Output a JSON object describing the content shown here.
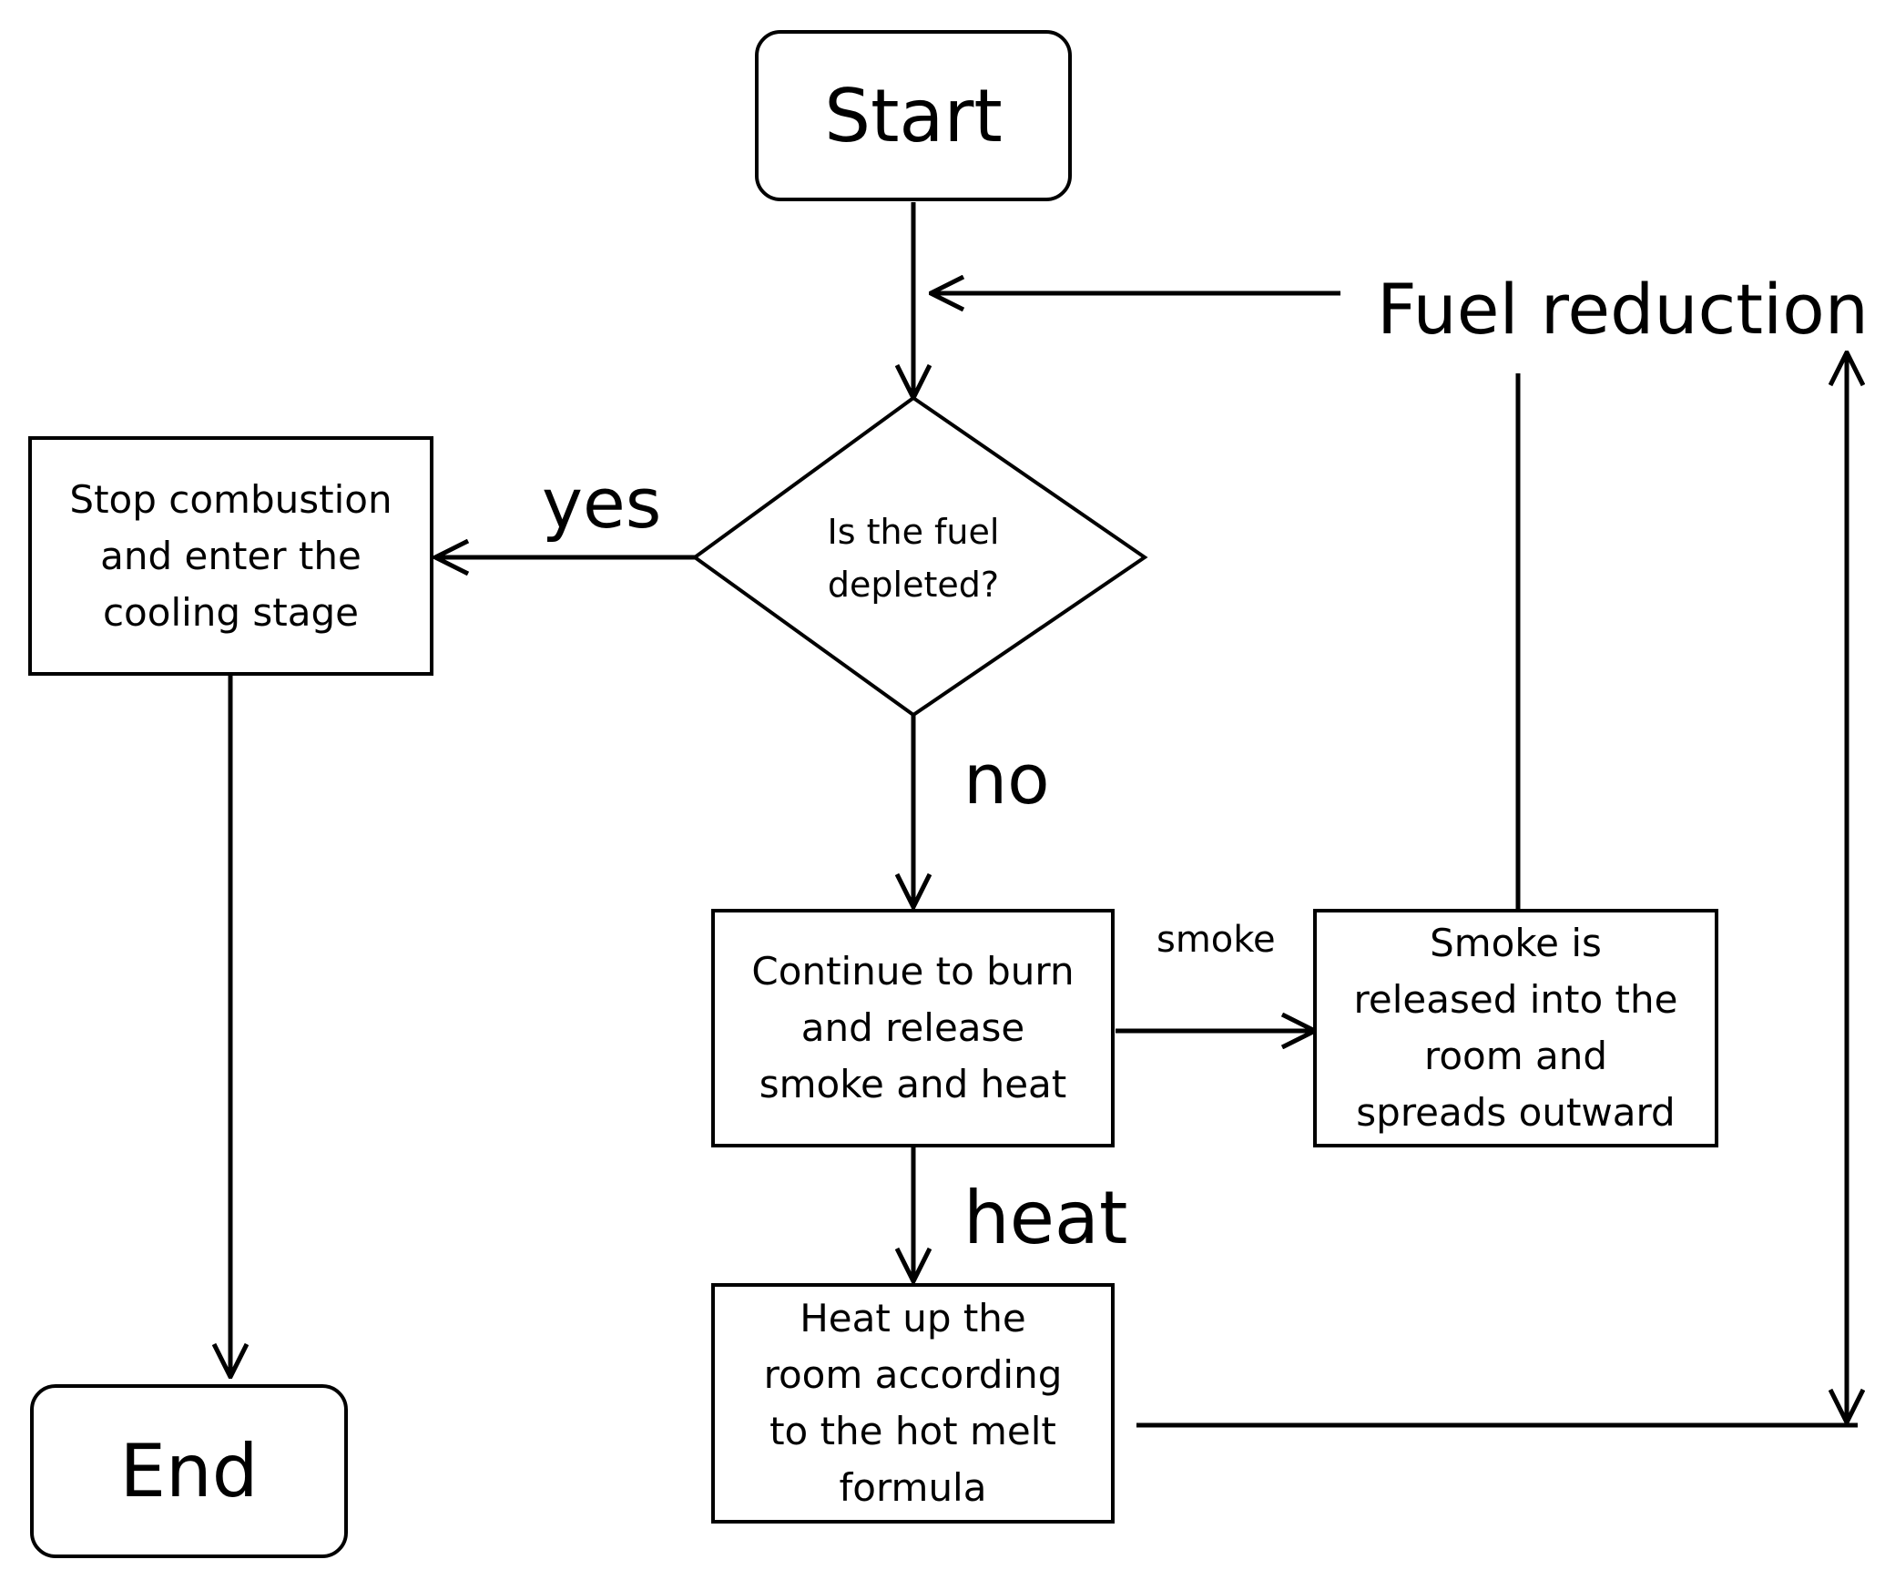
{
  "nodes": {
    "start": "Start",
    "decision": "Is the fuel\ndepleted?",
    "stop": "Stop combustion\nand enter the\ncooling stage",
    "end": "End",
    "burn": "Continue to burn\nand release\nsmoke and heat",
    "smoke_release": "Smoke is\nreleased into the\nroom and\nspreads outward",
    "heat_room": "Heat up the\nroom according\nto the hot melt\nformula"
  },
  "labels": {
    "yes": "yes",
    "no": "no",
    "smoke": "smoke",
    "heat": "heat",
    "fuel_reduction": "Fuel reduction"
  }
}
